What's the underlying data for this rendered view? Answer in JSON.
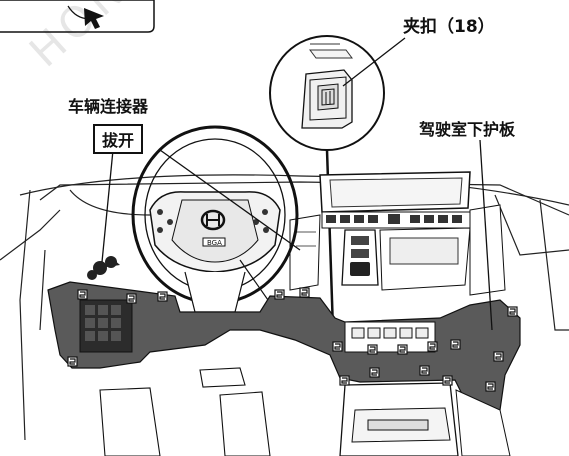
{
  "labels": {
    "clip": "夹扣（18）",
    "vehicle_connector": "车辆连接器",
    "disconnect": "拔开",
    "lower_dash_cover": "驾驶室下护板"
  },
  "steering_badge": "BGA",
  "watermark": "HONDA",
  "colors": {
    "panel_fill": "#585858",
    "line": "#111111",
    "background": "#ffffff"
  }
}
